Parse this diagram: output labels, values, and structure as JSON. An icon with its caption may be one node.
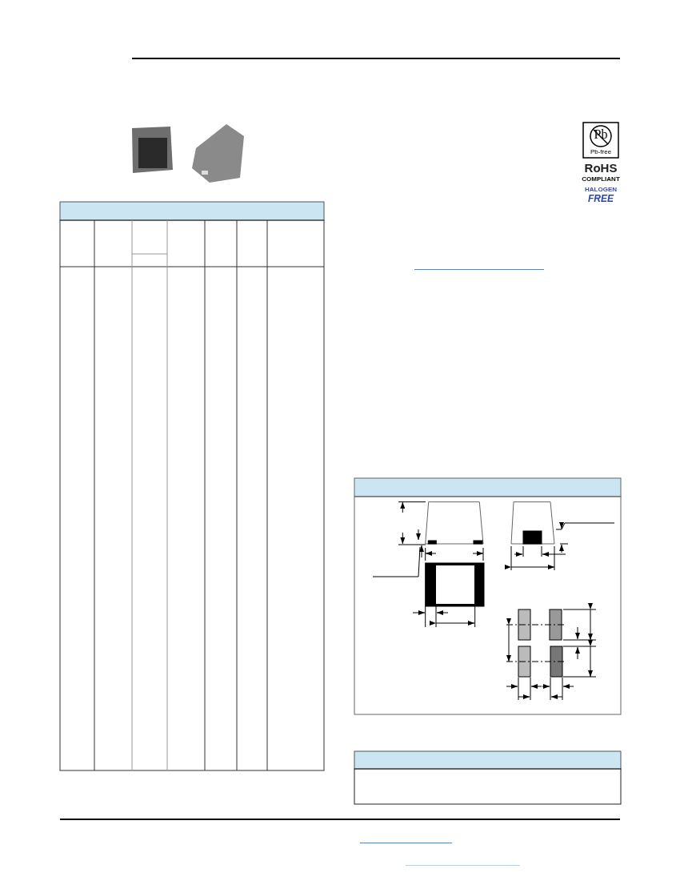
{
  "diagram": {
    "labels": [
      "Pb",
      "Pb-free",
      "RoHS",
      "COMPLIANT",
      "HALOGEN",
      "FREE"
    ]
  }
}
